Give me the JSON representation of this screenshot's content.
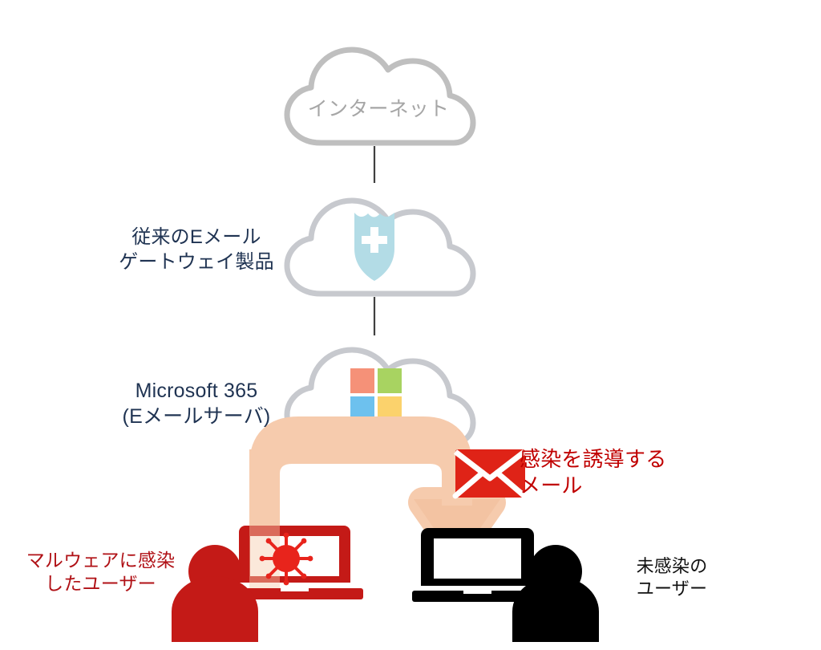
{
  "diagram": {
    "title": "Email infection flow diagram",
    "nodes": {
      "internet": {
        "label": "インターネット",
        "icon": "cloud-icon",
        "text_color": "#A6A6A6",
        "outline_color": "#BFBFBF"
      },
      "gateway": {
        "label": "従来のEメール\nゲートウェイ製品",
        "icon": "shield-cross-icon",
        "text_color": "#1F3352",
        "shield_color": "#B3DCE6",
        "outline_color": "#C7C9CE"
      },
      "m365": {
        "label": "Microsoft 365\n(Eメールサーバ)",
        "icon": "microsoft-logo-icon",
        "text_color": "#1F3352",
        "outline_color": "#C7C9CE",
        "logo_colors": {
          "top_left": "#F59178",
          "top_right": "#A8D361",
          "bottom_left": "#6DC1EE",
          "bottom_right": "#FBD26C"
        }
      },
      "infected_user": {
        "label": "マルウェアに感染\nしたユーザー",
        "icon": "person-laptop-virus-icon",
        "color": "#B01116",
        "virus_color": "#E8241C"
      },
      "clean_user": {
        "label": "未感染の\nユーザー",
        "icon": "person-laptop-icon",
        "color": "#000000"
      },
      "malicious_mail": {
        "label": "感染を誘導する\nメール",
        "icon": "envelope-icon",
        "text_color": "#C00000",
        "envelope_color": "#DF2317"
      }
    },
    "connectors": {
      "internet_to_gateway": {
        "type": "line",
        "color": "#404040"
      },
      "gateway_to_m365": {
        "type": "line",
        "color": "#404040"
      },
      "infected_to_clean_arrow": {
        "type": "u-turn-arrow",
        "color": "#F6CBAD",
        "direction": "up-across-down"
      }
    }
  }
}
